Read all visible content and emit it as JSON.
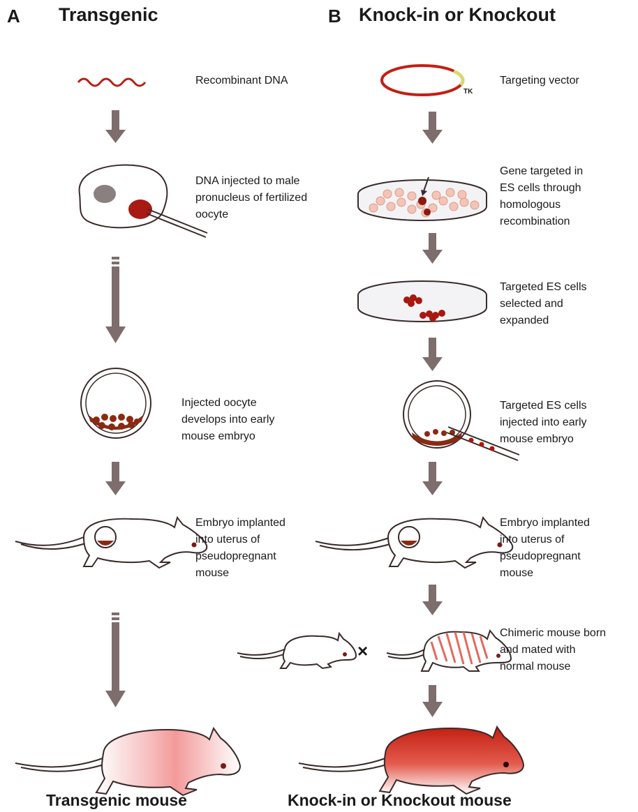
{
  "panel_a": {
    "letter": "A",
    "title": "Transgenic",
    "steps": [
      "Recombinant DNA",
      "DNA injected to male\npronucleus of fertilized\noocyte",
      "Injected oocyte\ndevelops into early\nmouse embryo",
      "Embryo implanted\ninto uterus of\npseudopregnant\nmouse"
    ],
    "result": "Transgenic mouse"
  },
  "panel_b": {
    "letter": "B",
    "title": "Knock-in or Knockout",
    "vector_tag": "TK",
    "steps": [
      "Targeting vector",
      "Gene targeted in\nES cells through\nhomologous\nrecombination",
      "Targeted ES cells\nselected and\nexpanded",
      "Targeted ES cells\ninjected into early\nmouse embryo",
      "Embryo implanted\ninto uterus of\npseudopregnant\nmouse",
      "Chimeric mouse born\nand mated with\nnormal mouse"
    ],
    "cross_symbol": "×",
    "result": "Knock-in or Knockout mouse"
  },
  "colors": {
    "arrow": "#7e6d6d",
    "dna_red": "#b81e14",
    "cell_pink": "#f2c6b8",
    "nucleus_grey": "#8a8080",
    "outline": "#3a2a2a"
  }
}
